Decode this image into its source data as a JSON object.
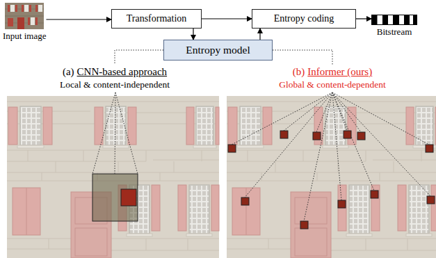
{
  "diagram": {
    "nodes": [
      {
        "text": [
          "Input image"
        ]
      },
      {
        "text": [
          "Transformation"
        ]
      },
      {
        "text": [
          "Entropy coding"
        ]
      },
      {
        "text": [
          "Bitstream"
        ]
      },
      {
        "text": [
          "Entropy model"
        ]
      }
    ],
    "edges": [
      {
        "from": 0,
        "to": 1,
        "arrow": "to"
      },
      {
        "from": 1,
        "to": 2,
        "arrow": "to"
      },
      {
        "from": 2,
        "to": 3,
        "arrow": "to"
      },
      {
        "from": 1,
        "to": 4,
        "arrow": "to"
      },
      {
        "from": 4,
        "to": 2,
        "arrow": "to"
      }
    ],
    "labels": [
      "(a)",
      "CNN-based approach",
      "Local & content-independent",
      "(b)",
      "Informer (ours)",
      "Global & content-dependent"
    ]
  }
}
